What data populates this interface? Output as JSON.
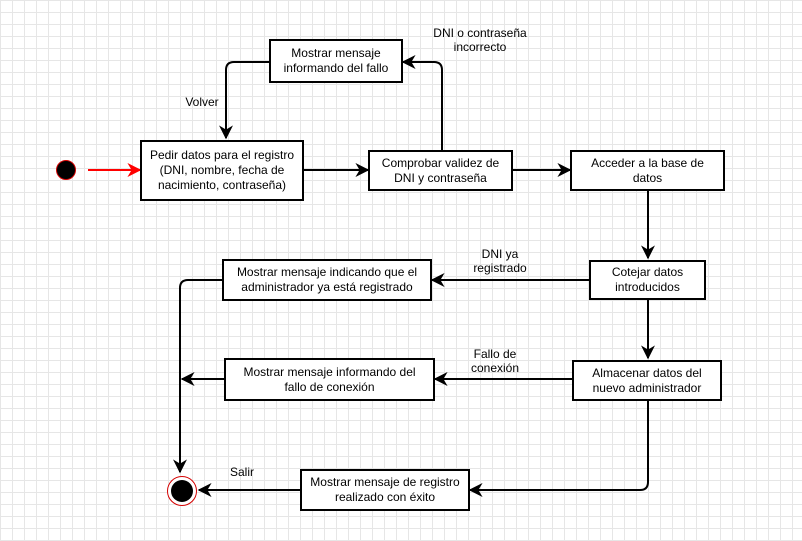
{
  "nodes": {
    "mostrar_fallo": "Mostrar mensaje\ninformando del fallo",
    "pedir_datos": "Pedir datos para el registro\n(DNI, nombre, fecha de\nnacimiento, contraseña)",
    "comprobar": "Comprobar validez de\nDNI y contraseña",
    "acceder": "Acceder a la base de\ndatos",
    "cotejar": "Cotejar datos\nintroducidos",
    "ya_registrado": "Mostrar mensaje indicando que el\nadministrador ya está registrado",
    "fallo_conexion": "Mostrar mensaje informando del\nfallo de conexión",
    "almacenar": "Almacenar datos del\nnuevo administrador",
    "registro_exito": "Mostrar mensaje de registro\nrealizado con éxito"
  },
  "edge_labels": {
    "dni_incorrecto": "DNI o contraseña\nincorrecto",
    "volver": "Volver",
    "dni_ya": "DNI ya\nregistrado",
    "fallo_de_conexion": "Fallo de\nconexión",
    "salir": "Salir"
  },
  "colors": {
    "start_edge": "#ff0000",
    "final_ring": "#d40000",
    "stroke": "#000000"
  }
}
